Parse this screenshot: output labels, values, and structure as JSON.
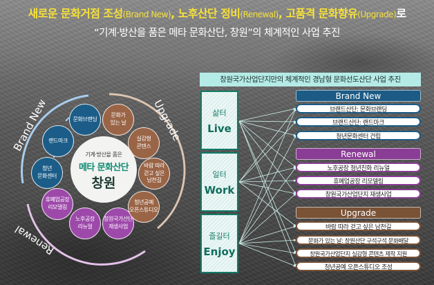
{
  "title": {
    "line1_parts": [
      {
        "text": "새로운 문화거점 조성",
        "style": "big"
      },
      {
        "text": "(Brand New)",
        "style": "small"
      },
      {
        "text": ", ",
        "style": "big"
      },
      {
        "text": "노후산단 정비",
        "style": "big"
      },
      {
        "text": "(Renewal)",
        "style": "small"
      },
      {
        "text": ", ",
        "style": "big"
      },
      {
        "text": "고품격 문화향유",
        "style": "big"
      },
      {
        "text": "(Upgrade)",
        "style": "small"
      },
      {
        "text": "로",
        "style": "white"
      }
    ],
    "line2": "“기계·방산을 품은 메타 문화산단, 창원”의 체계적인 사업 추진"
  },
  "diagram": {
    "center": {
      "subtitle": "기계·방산을 품은",
      "title": "메타 문화산단",
      "city": "창원"
    },
    "arc_labels": {
      "brand_new": "Brand New",
      "upgrade": "Upgrade",
      "renewal": "Renewal"
    },
    "circles": [
      {
        "id": "c1",
        "line1": "문화브랜딩",
        "line2": "",
        "group": "brand_new"
      },
      {
        "id": "c2",
        "line1": "랜드마크",
        "line2": "",
        "group": "brand_new"
      },
      {
        "id": "c3",
        "line1": "청년",
        "line2": "문화센터",
        "group": "brand_new"
      },
      {
        "id": "c4",
        "line1": "휴폐업공장",
        "line2": "리모델링",
        "group": "renewal"
      },
      {
        "id": "c5",
        "line1": "노후공장",
        "line2": "리뉴얼",
        "group": "renewal"
      },
      {
        "id": "c6",
        "line1": "창원국가산단",
        "line2": "재생사업",
        "group": "renewal"
      },
      {
        "id": "c7",
        "line1": "청년공예",
        "line2": "오픈스튜디오",
        "group": "upgrade"
      },
      {
        "id": "c8",
        "line1": "바람 따라",
        "line2": "걷고 싶은",
        "line3": "남천길",
        "group": "upgrade"
      },
      {
        "id": "c9",
        "line1": "실감형",
        "line2": "콘텐스",
        "group": "upgrade"
      },
      {
        "id": "c10",
        "line1": "문화가",
        "line2": "있는 날",
        "group": "upgrade"
      }
    ]
  },
  "right_panel": {
    "header": "창원국가산업단지만의 체계적인 경남형 문화선도산단 사업 추진",
    "zones": [
      {
        "kr": "삶터",
        "en": "Live"
      },
      {
        "kr": "일터",
        "en": "Work"
      },
      {
        "kr": "즐길터",
        "en": "Enjoy"
      }
    ],
    "groups": [
      {
        "title": "Brand New",
        "color": "#1c5b85",
        "items": [
          "브랜드산단: 문화브랜딩",
          "브랜드산단: 랜드마크",
          "청년문화센터 건립"
        ]
      },
      {
        "title": "Renewal",
        "color": "#8a3d95",
        "items": [
          "노후공장 청년친화 리뉴얼",
          "휴폐업공장 리모델링",
          "창원국가산업단지 재생사업"
        ]
      },
      {
        "title": "Upgrade",
        "color": "#7a5236",
        "items": [
          "바람 따라 걷고 싶은 남천길",
          "문화가 있는 날: 창원산단 구석구석 문화배달",
          "창원국가산업단지 실감형 콘텐츠 제작 지원",
          "청년공예 오픈스튜디오 조성"
        ]
      }
    ]
  },
  "colors": {
    "title_yellow": "#f7e13a",
    "teal_header": "#b5ebe6",
    "zone_border": "#0f7a66",
    "brand_new": "#1c5b85",
    "renewal": "#8a3d95",
    "upgrade": "#7a5236"
  }
}
